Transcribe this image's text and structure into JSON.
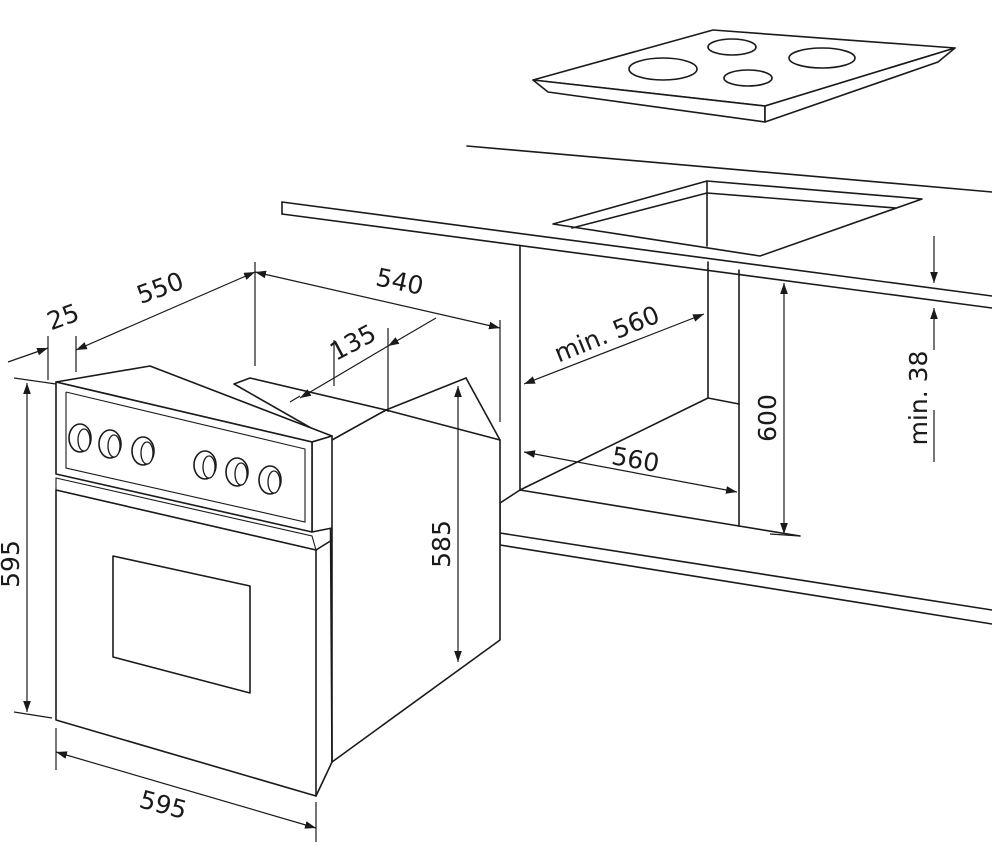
{
  "dimensions": {
    "oven_depth": "550",
    "front_offset": "25",
    "cutout_depth": "540",
    "rear_gap": "135",
    "cutout_width_min": "min. 560",
    "cutout_width": "560",
    "cutout_height": "600",
    "worktop_gap_min": "min. 38",
    "oven_height": "595",
    "oven_body_height": "585",
    "oven_width": "595"
  },
  "colors": {
    "line": "#1a1a1a",
    "background": "#ffffff"
  }
}
